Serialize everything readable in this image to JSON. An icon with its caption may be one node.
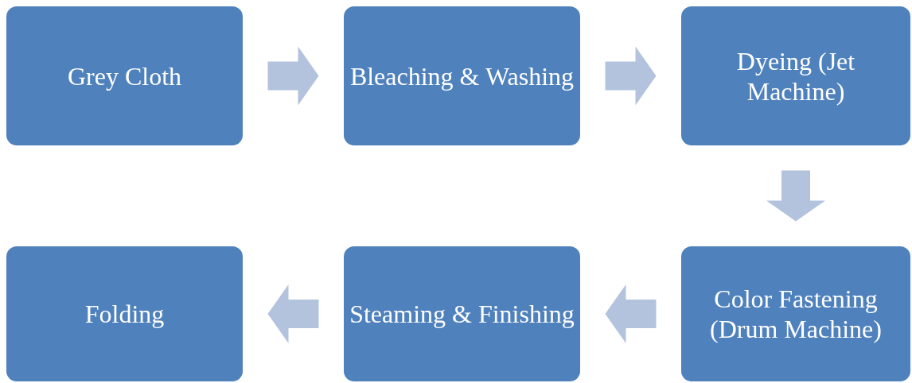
{
  "diagram": {
    "nodes": [
      {
        "text": [
          "Grey Cloth"
        ]
      },
      {
        "text": [
          "Bleaching & Washing"
        ]
      },
      {
        "text": [
          "Dyeing (Jet Machine)"
        ]
      },
      {
        "text": [
          "Folding"
        ]
      },
      {
        "text": [
          "Steaming & Finishing"
        ]
      },
      {
        "text": [
          "Color Fastening (Drum Machine)"
        ]
      }
    ],
    "edges": [
      {
        "from": 0,
        "to": 1,
        "arrow": "to"
      },
      {
        "from": 1,
        "to": 2,
        "arrow": "to"
      },
      {
        "from": 2,
        "to": 5,
        "arrow": "to"
      },
      {
        "from": 5,
        "to": 4,
        "arrow": "to"
      },
      {
        "from": 4,
        "to": 3,
        "arrow": "to"
      }
    ]
  }
}
